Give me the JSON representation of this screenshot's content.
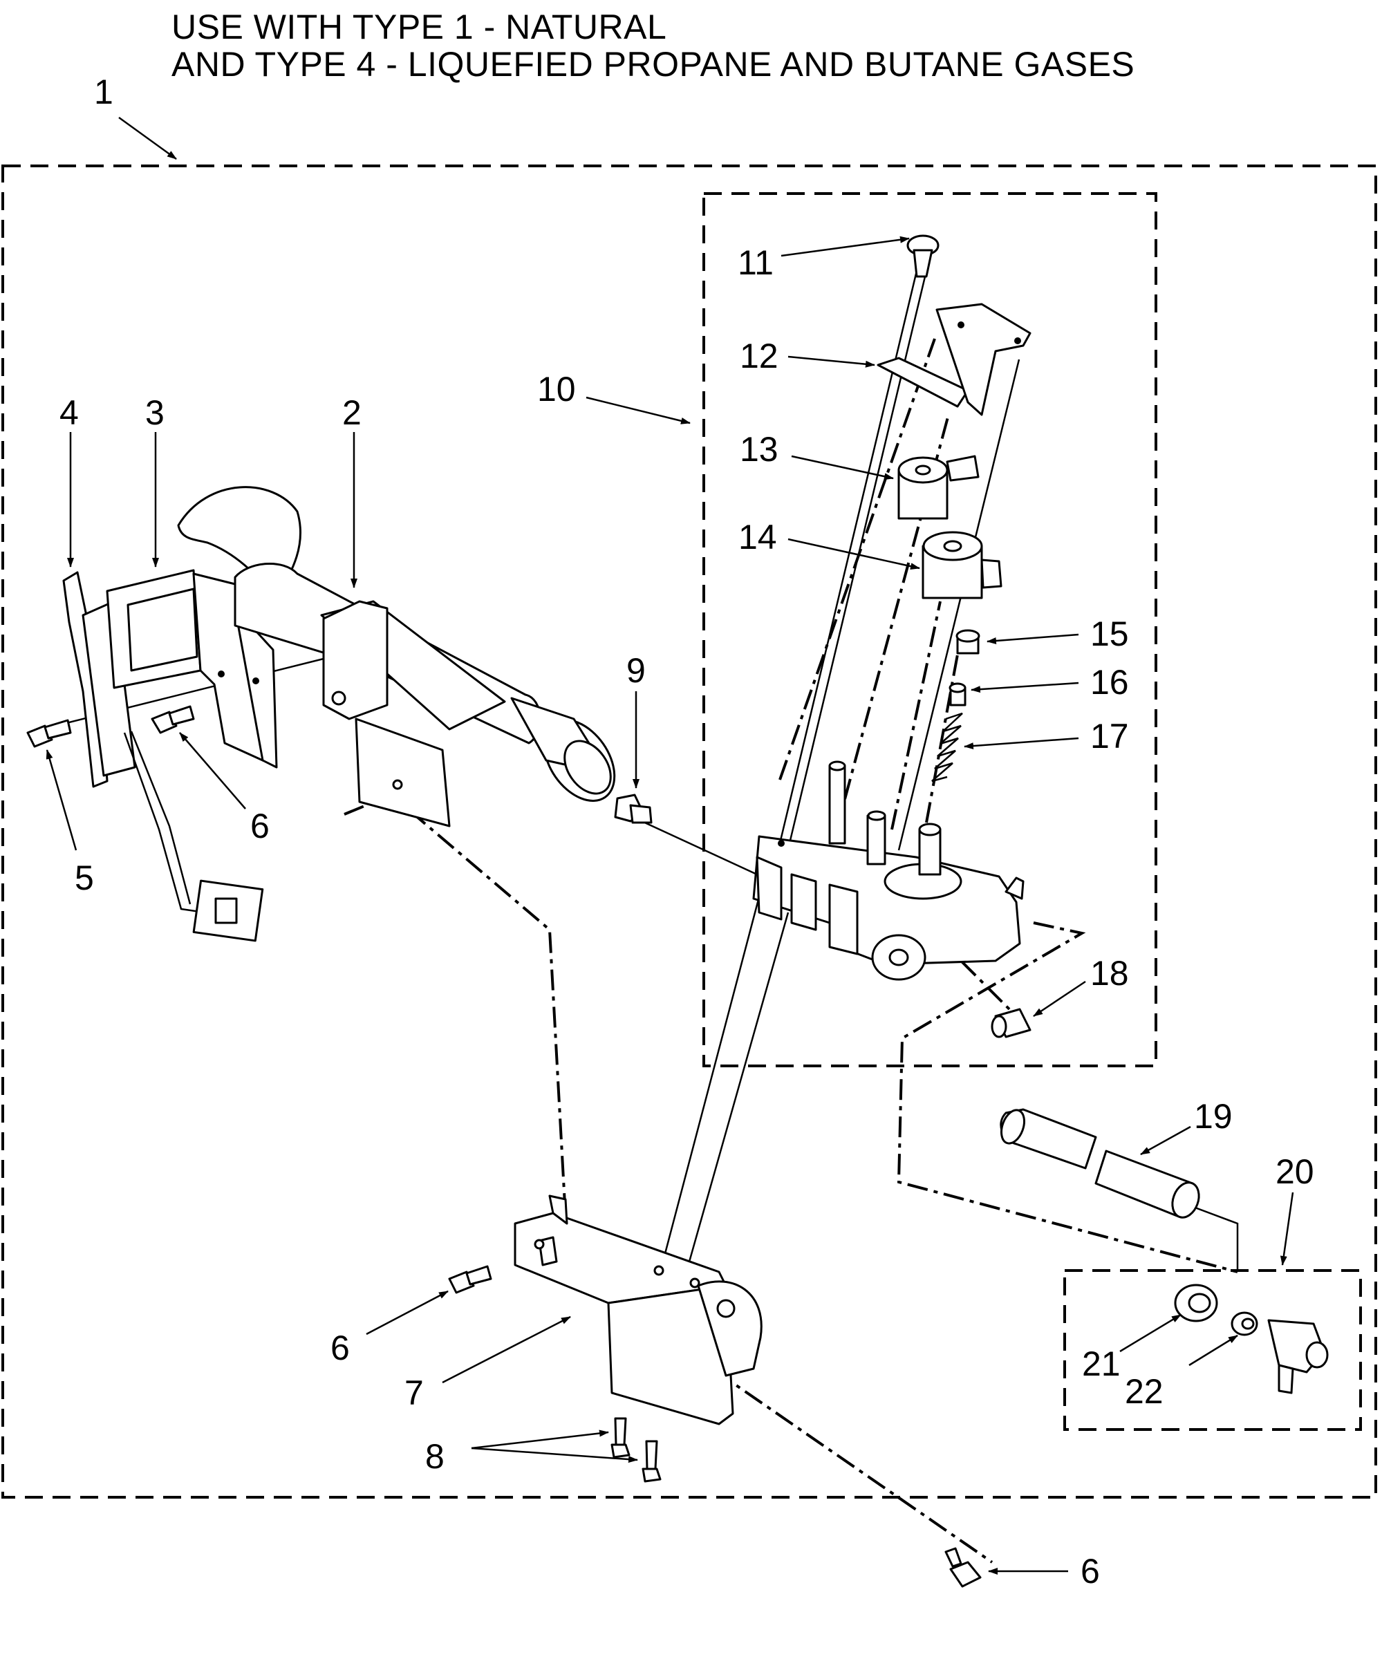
{
  "title": {
    "line1": "USE WITH TYPE 1 - NATURAL",
    "line2": "AND TYPE 4 - LIQUEFIED PROPANE AND BUTANE GASES"
  },
  "callouts": [
    {
      "id": "c1",
      "text": "1"
    },
    {
      "id": "c2",
      "text": "2"
    },
    {
      "id": "c3",
      "text": "3"
    },
    {
      "id": "c4",
      "text": "4"
    },
    {
      "id": "c5",
      "text": "5"
    },
    {
      "id": "c6a",
      "text": "6"
    },
    {
      "id": "c6b",
      "text": "6"
    },
    {
      "id": "c6c",
      "text": "6"
    },
    {
      "id": "c7",
      "text": "7"
    },
    {
      "id": "c8",
      "text": "8"
    },
    {
      "id": "c9",
      "text": "9"
    },
    {
      "id": "c10",
      "text": "10"
    },
    {
      "id": "c11",
      "text": "11"
    },
    {
      "id": "c12",
      "text": "12"
    },
    {
      "id": "c13",
      "text": "13"
    },
    {
      "id": "c14",
      "text": "14"
    },
    {
      "id": "c15",
      "text": "15"
    },
    {
      "id": "c16",
      "text": "16"
    },
    {
      "id": "c17",
      "text": "17"
    },
    {
      "id": "c18",
      "text": "18"
    },
    {
      "id": "c19",
      "text": "19"
    },
    {
      "id": "c20",
      "text": "20"
    },
    {
      "id": "c21",
      "text": "21"
    },
    {
      "id": "c22",
      "text": "22"
    }
  ]
}
